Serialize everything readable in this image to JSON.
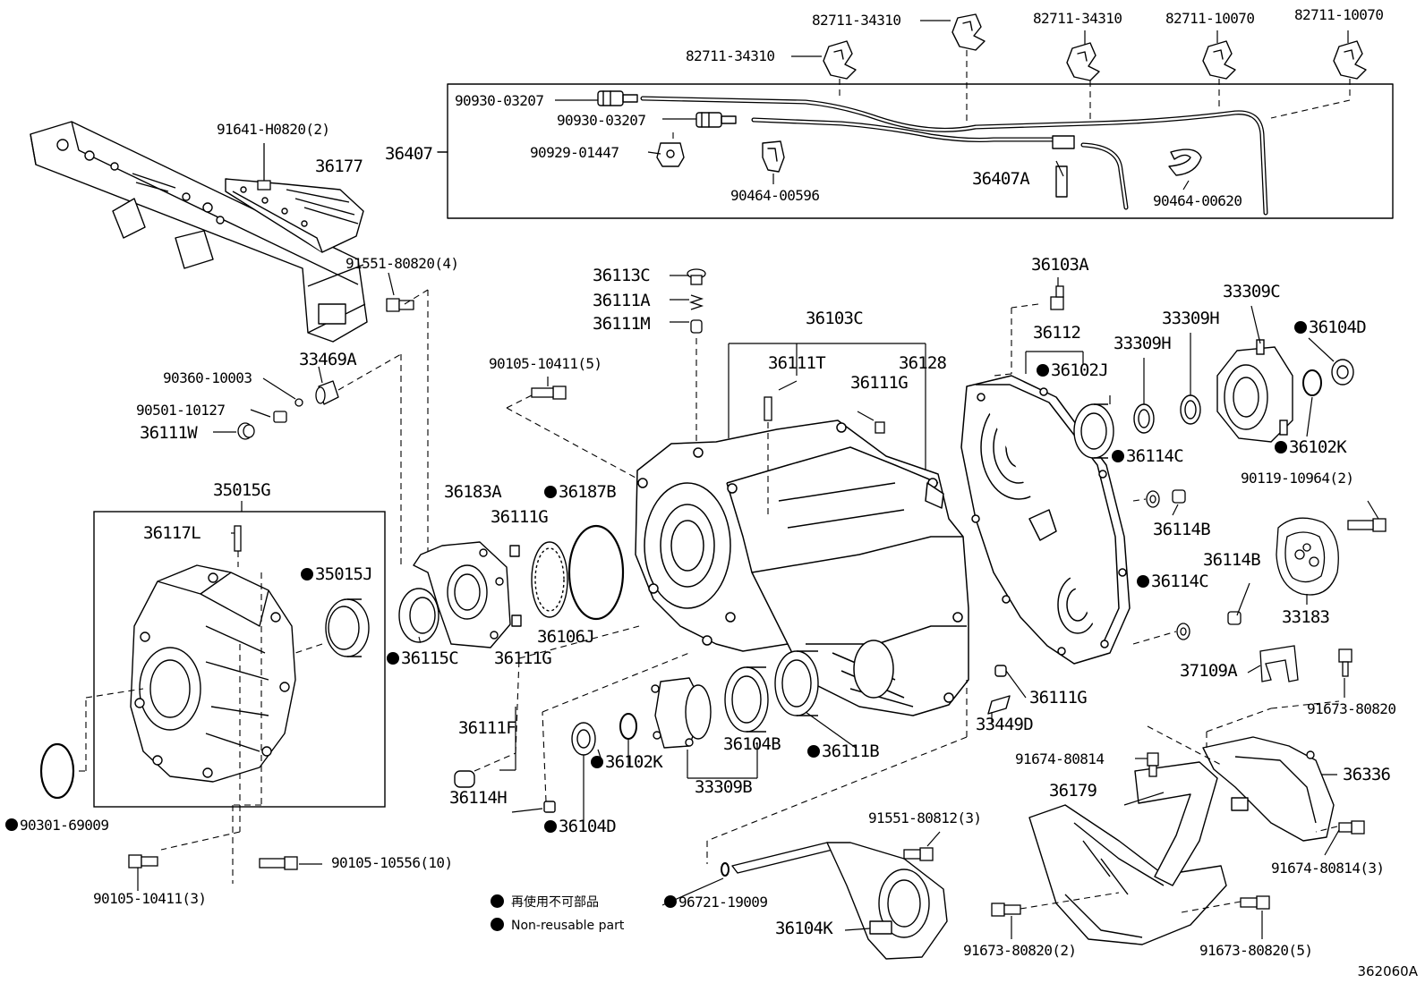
{
  "labels": {
    "p82711_34310_a": "82711-34310",
    "p82711_34310_b": "82711-34310",
    "p82711_34310_c": "82711-34310",
    "p82711_10070_a": "82711-10070",
    "p82711_10070_b": "82711-10070",
    "p90930_03207_a": "90930-03207",
    "p90930_03207_b": "90930-03207",
    "p90929_01447": "90929-01447",
    "p90464_00596": "90464-00596",
    "p90464_00620": "90464-00620",
    "p36407": "36407",
    "p36407A": "36407A",
    "p91641": "91641-H0820(2)",
    "p36177": "36177",
    "p91551_80820": "91551-80820(4)",
    "p33469A": "33469A",
    "p90360": "90360-10003",
    "p90501": "90501-10127",
    "p36111W": "36111W",
    "p35015G": "35015G",
    "p36117L": "36117L",
    "p35015J": "35015J",
    "p90301": "90301-69009",
    "p90105_10411_3": "90105-10411(3)",
    "p90105_10556": "90105-10556(10)",
    "p36113C": "36113C",
    "p36111A": "36111A",
    "p36111M": "36111M",
    "p90105_10411_5": "90105-10411(5)",
    "p36183A": "36183A",
    "p36111G_a": "36111G",
    "p36187B": "36187B",
    "p36115C": "36115C",
    "p36111G_b": "36111G",
    "p36106J": "36106J",
    "p36103C": "36103C",
    "p36111T": "36111T",
    "p36128": "36128",
    "p36111G_c": "36111G",
    "p36111F": "36111F",
    "p36114H": "36114H",
    "p36104D_a": "36104D",
    "p36102K_a": "36102K",
    "p36104B": "36104B",
    "p33309B": "33309B",
    "p36111B": "36111B",
    "p36111G_d": "36111G",
    "p33449D": "33449D",
    "p36103A": "36103A",
    "p36112": "36112",
    "p36102J": "36102J",
    "p33309H_a": "33309H",
    "p33309H_b": "33309H",
    "p33309C": "33309C",
    "p36104D_b": "36104D",
    "p36102K_b": "36102K",
    "p36114C_a": "36114C",
    "p36114B_a": "36114B",
    "p90119": "90119-10964(2)",
    "p36114B_b": "36114B",
    "p33183": "33183",
    "p36114C_b": "36114C",
    "p37109A": "37109A",
    "p91673_80820": "91673-80820",
    "p91674_80814": "91674-80814",
    "p36336": "36336",
    "p36179": "36179",
    "p91551_80812": "91551-80812(3)",
    "p96721": "96721-19009",
    "p91674_80814_3": "91674-80814(3)",
    "p36104K": "36104K",
    "p91673_80820_2": "91673-80820(2)",
    "p91673_80820_5": "91673-80820(5)"
  },
  "legend": {
    "jp": "再使用不可部品",
    "en": "Non-reusable part"
  },
  "figure_id": "362060A"
}
